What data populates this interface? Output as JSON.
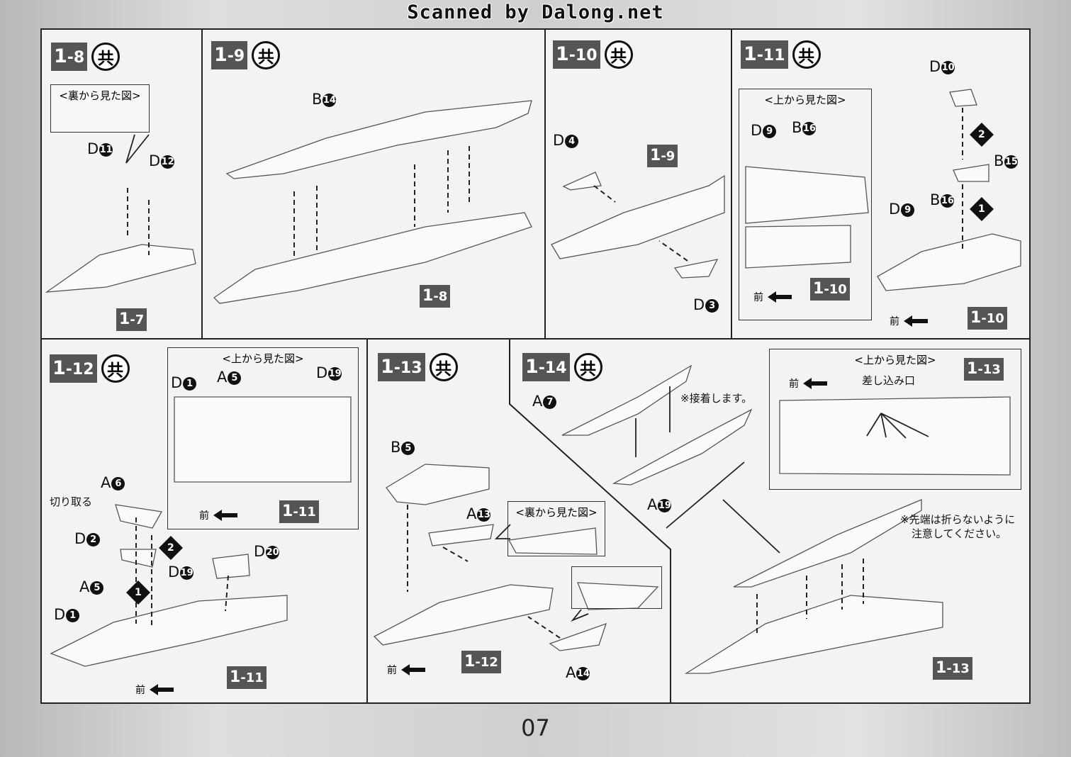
{
  "banner": "Scanned by Dalong.net",
  "page_number": "07",
  "common_mark": "共",
  "front_label": "前",
  "view_back": "<裏から見た図>",
  "view_top": "<上から見た図>",
  "steps": {
    "s1_8": {
      "a": "1",
      "b": "-8"
    },
    "s1_9": {
      "a": "1",
      "b": "-9"
    },
    "s1_10": {
      "a": "1",
      "b": "-10"
    },
    "s1_11": {
      "a": "1",
      "b": "-11"
    },
    "s1_12": {
      "a": "1",
      "b": "-12"
    },
    "s1_13": {
      "a": "1",
      "b": "-13"
    },
    "s1_14": {
      "a": "1",
      "b": "-14"
    }
  },
  "refs": {
    "r1_7": {
      "a": "1",
      "b": "-7"
    },
    "r1_8": {
      "a": "1",
      "b": "-8"
    },
    "r1_9": {
      "a": "1",
      "b": "-9"
    },
    "r1_10": {
      "a": "1",
      "b": "-10"
    },
    "r1_11": {
      "a": "1",
      "b": "-11"
    },
    "r1_12": {
      "a": "1",
      "b": "-12"
    },
    "r1_13": {
      "a": "1",
      "b": "-13"
    }
  },
  "parts": {
    "D": "D",
    "B": "B",
    "A": "A",
    "n1": "1",
    "n2": "2",
    "n3": "3",
    "n4": "4",
    "n5": "5",
    "n6": "6",
    "n7": "7",
    "n9": "9",
    "n10": "10",
    "n11": "11",
    "n12": "12",
    "n13": "13",
    "n14": "14",
    "n15": "15",
    "n16": "16",
    "n19": "19",
    "n20": "20"
  },
  "order_marks": [
    "1",
    "2"
  ],
  "notes": {
    "cut": "切り取る",
    "glue": "※接着します。",
    "insert": "差し込み口",
    "tip_line1": "※先端は折らないように",
    "tip_line2": "注意してください。"
  }
}
